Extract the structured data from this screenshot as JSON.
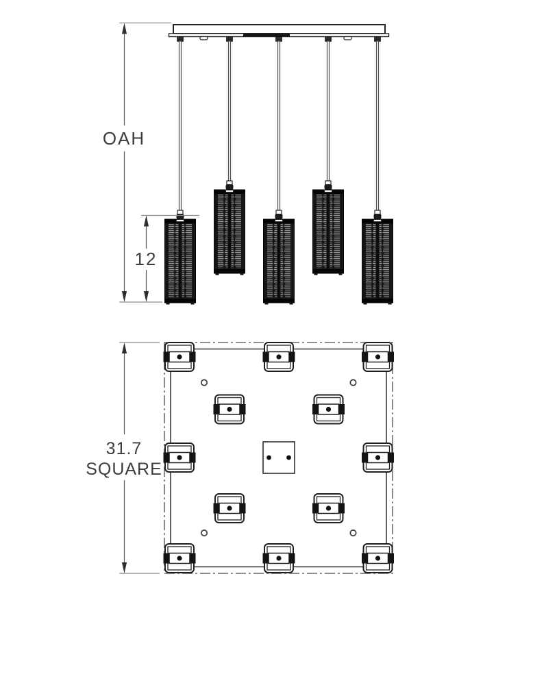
{
  "drawing": {
    "type": "technical-dimension-drawing",
    "labels": {
      "overall_height": "OAH",
      "shade_height": "12",
      "canopy_dim_line1": "31.7",
      "canopy_dim_line2": "SQUARE"
    },
    "elevation_view": {
      "pendant_count": 5,
      "cord_count": 5
    },
    "plan_view": {
      "pendant_position_count": 12,
      "mounting_hole_count": 4,
      "center_junction_dot_count": 2
    },
    "colors": {
      "background": "#ffffff",
      "line": "#1f1f1f",
      "dimension_line": "#5a5a5a",
      "extension_line": "#8a8a8a",
      "text": "#3d3d3d",
      "shade_fill": "#161616"
    }
  }
}
